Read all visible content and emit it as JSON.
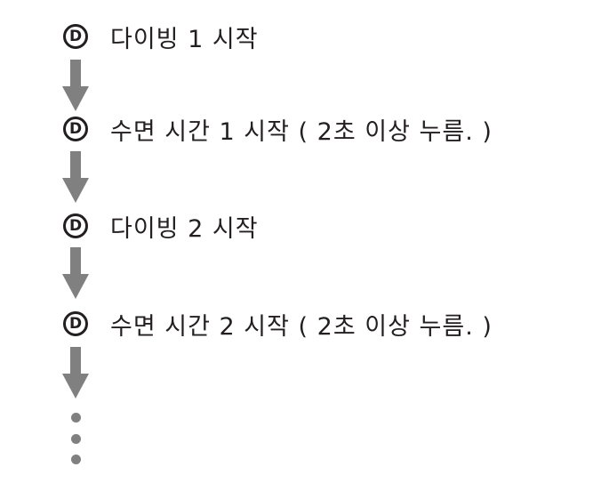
{
  "diagram": {
    "title": "dive-sequence-flow",
    "steps": [
      {
        "icon": "D",
        "text": "다이빙 1 시작"
      },
      {
        "icon": "D",
        "text": "수면 시간 1 시작 ( 2초 이상 누름. )"
      },
      {
        "icon": "D",
        "text": "다이빙 2 시작"
      },
      {
        "icon": "D",
        "text": "수면 시간 2 시작 ( 2초 이상 누름. )"
      }
    ],
    "connector": "down-arrow",
    "ellipsis_dot_count": 3,
    "colors": {
      "background": "#ffffff",
      "text": "#231f20",
      "icon": "#231f20",
      "arrow": "#808080"
    }
  }
}
